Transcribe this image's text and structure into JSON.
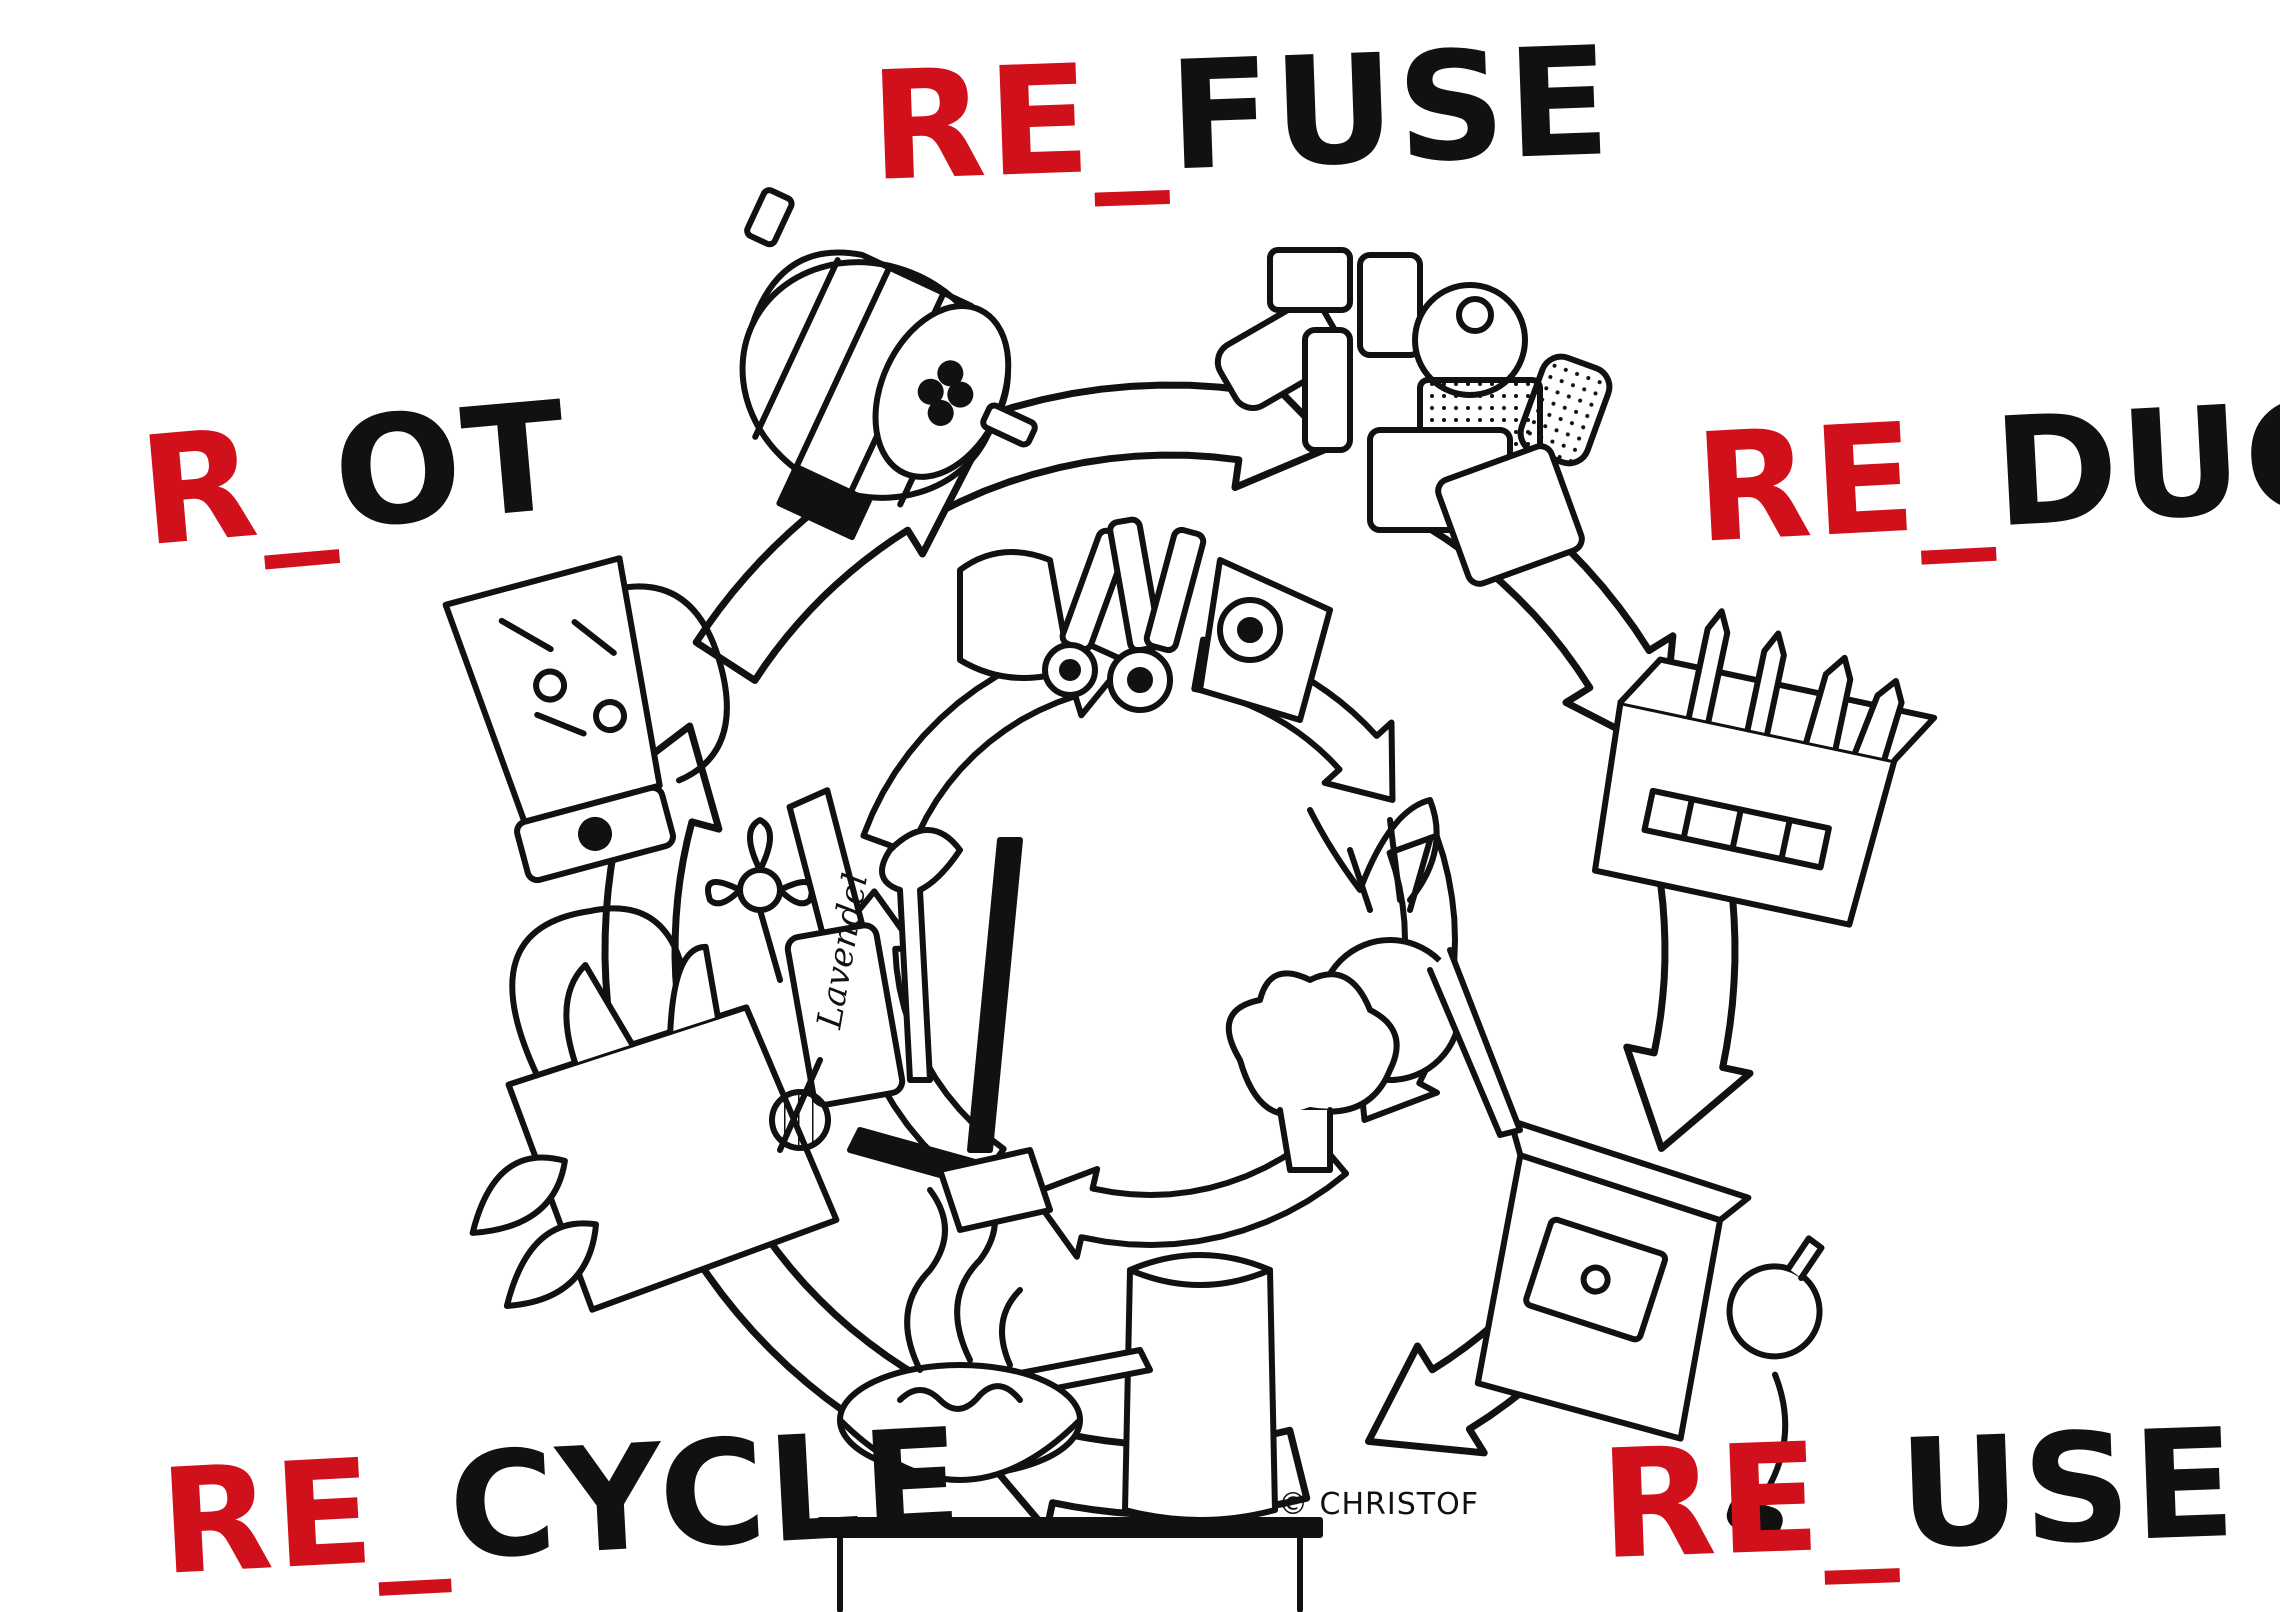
{
  "labels": {
    "refuse": {
      "prefix": "RE_",
      "word": "FUSE"
    },
    "reduce": {
      "prefix": "RE_",
      "word": "DUCE"
    },
    "reuse": {
      "prefix": "RE_",
      "word": "USE"
    },
    "recycle": {
      "prefix": "RE_",
      "word": "CYCLE"
    },
    "rot": {
      "prefix": "R_",
      "word": "OT"
    }
  },
  "jar_label": "Lavendel",
  "signature": "© CHRISTOF",
  "colors": {
    "accent": "#d0101a",
    "ink": "#111111",
    "paper": "#ffffff"
  }
}
